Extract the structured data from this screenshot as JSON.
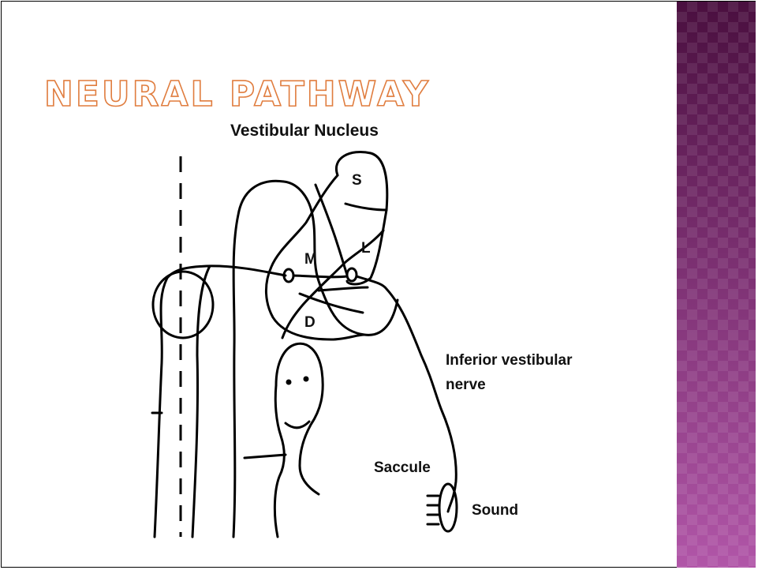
{
  "slide": {
    "title": "NEURAL PATHWAY",
    "accent_color": "#e07d3f",
    "band_color": "#8a3f86"
  },
  "diagram": {
    "nucleus_label": "Vestibular Nucleus",
    "subdivisions": {
      "superior": "S",
      "lateral": "L",
      "medial": "M",
      "descending": "D"
    },
    "nerve_label_line1": "Inferior vestibular",
    "nerve_label_line2": "nerve",
    "organ_label": "Saccule",
    "stimulus_label": "Sound"
  }
}
